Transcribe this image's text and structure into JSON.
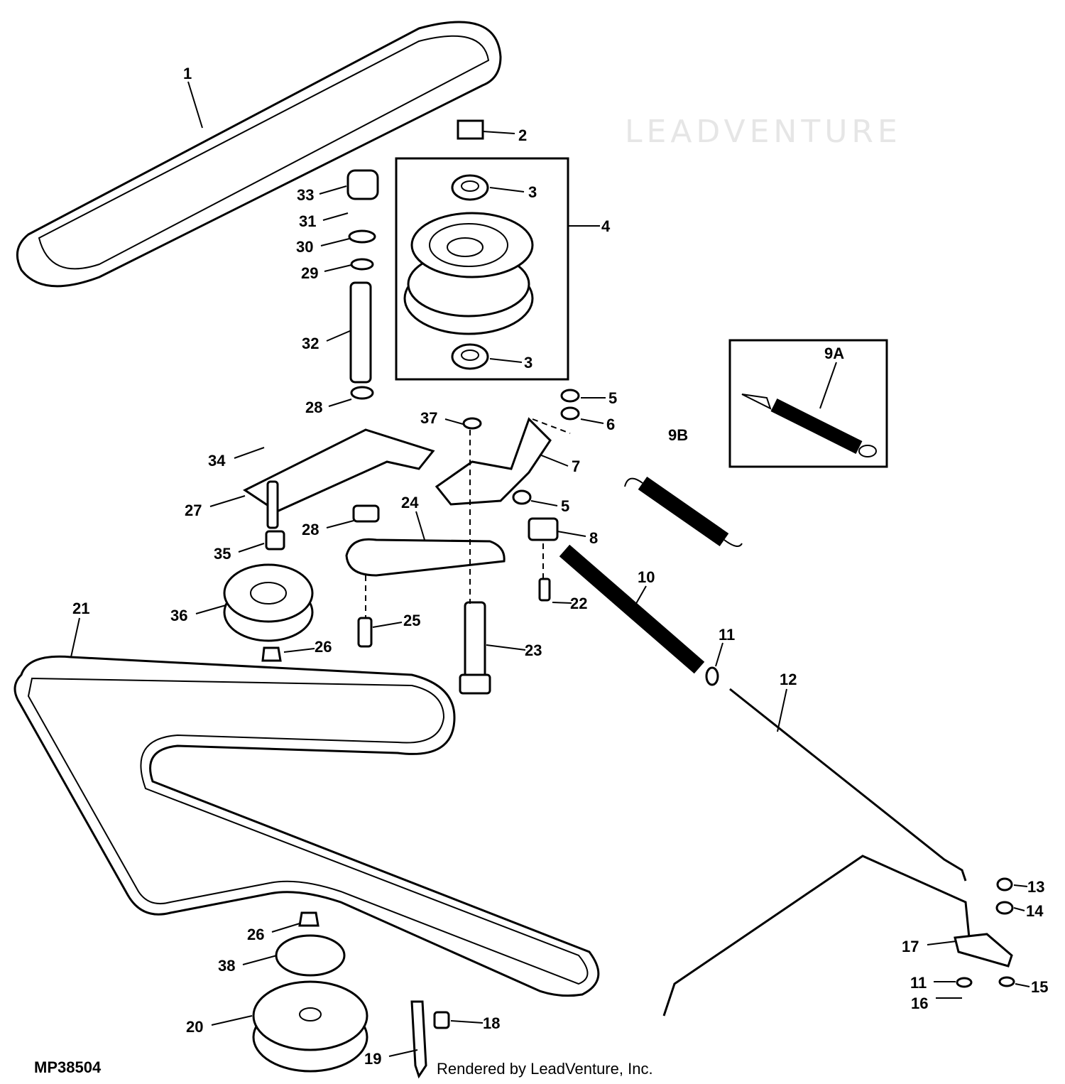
{
  "diagram_id": "MP38504",
  "footer_credit": "Rendered by LeadVenture, Inc.",
  "watermark": "LEADVENTURE",
  "callouts": [
    "1",
    "2",
    "3",
    "4",
    "33",
    "31",
    "30",
    "29",
    "32",
    "3",
    "9A",
    "28",
    "5",
    "6",
    "37",
    "7",
    "9B",
    "34",
    "27",
    "28",
    "24",
    "5",
    "8",
    "35",
    "10",
    "22",
    "36",
    "21",
    "25",
    "11",
    "26",
    "23",
    "12",
    "13",
    "14",
    "17",
    "26",
    "38",
    "11",
    "15",
    "16",
    "20",
    "18",
    "19"
  ]
}
